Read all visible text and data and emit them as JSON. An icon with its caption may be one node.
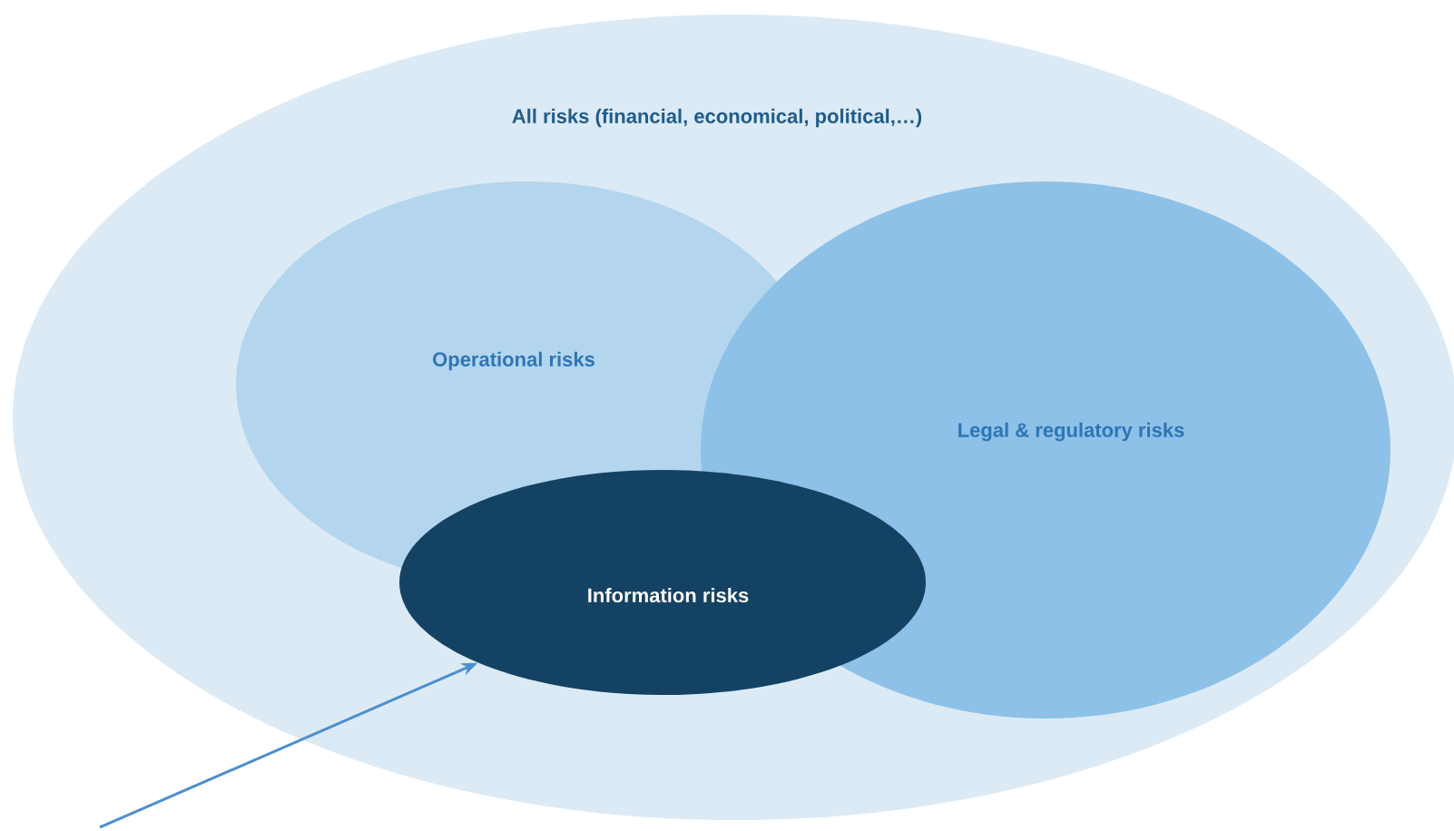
{
  "diagram": {
    "nodes": [
      {
        "text": [
          "All risks (financial, economical, political,…)"
        ]
      },
      {
        "text": [
          "Operational risks"
        ],
        "in": 0
      },
      {
        "text": [
          "Legal & regulatory risks"
        ],
        "in": 0
      },
      {
        "text": [
          "Information risks"
        ],
        "in": 0
      }
    ],
    "edges": [
      {
        "from": null,
        "to": 3,
        "arrow": "to"
      }
    ]
  }
}
